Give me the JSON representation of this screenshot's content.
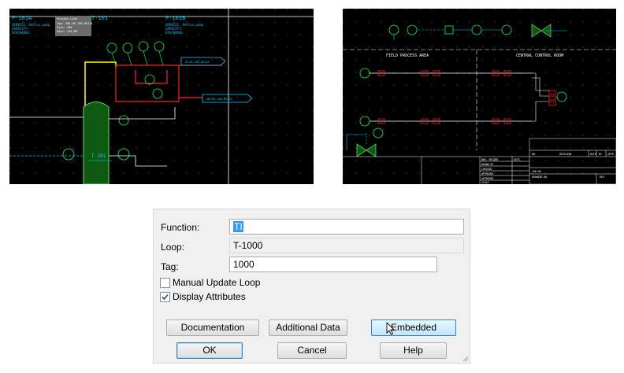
{
  "left_drawing": {
    "equipment_a": "P-101A",
    "equipment_b": "P-101B",
    "tank_top": "T-101",
    "tank_bottom": "T-101",
    "service_line": "SERVICE: Reflux pump",
    "capacity_line": "CAPACITY:",
    "discharge_line": "DISCHARGE:",
    "tooltip_title": "Process Line",
    "tooltip_lines": [
      "Tag: 200-HG-150-MA11A",
      "Size: 200",
      "Spec: 150_MM"
    ],
    "offpage_1": "10-HG-100_MA11A",
    "offpage_2": "100-HG-100-MA11A",
    "colors": {
      "grid": "#5a5a5a",
      "pipe": "#ffffff",
      "loop_red": "#ff2020",
      "inst_green": "#00ff66",
      "line_yellow": "#ffff00",
      "cyan": "#00ccff"
    }
  },
  "right_drawing": {
    "area_left": "FIELD PROCESS AREA",
    "area_right": "CENTRAL CONTROL ROOM",
    "title_rows": [
      "DWG. RECORD",
      "DRAWN BY",
      "CHECKED",
      "APPROVED",
      "APPROVED",
      "SCALE"
    ],
    "date_header": "DATE",
    "job_no": "JOB NO.",
    "drawing_no": "DRAWING NO.",
    "rev": "REV.",
    "rev_table_headers": [
      "NO.",
      "REVISION",
      "DATE",
      "BY",
      "APPR"
    ]
  },
  "dialog": {
    "function_label": "Function:",
    "function_value": "TI",
    "loop_label": "Loop:",
    "loop_value": "T-1000",
    "tag_label": "Tag:",
    "tag_value": "1000",
    "manual_update_label": "Manual Update Loop",
    "manual_update_checked": false,
    "display_attributes_label": "Display Attributes",
    "display_attributes_checked": true,
    "documentation_button": "Documentation",
    "additional_data_button": "Additional Data",
    "embedded_button": "Embedded",
    "ok_button": "OK",
    "cancel_button": "Cancel",
    "help_button": "Help"
  }
}
